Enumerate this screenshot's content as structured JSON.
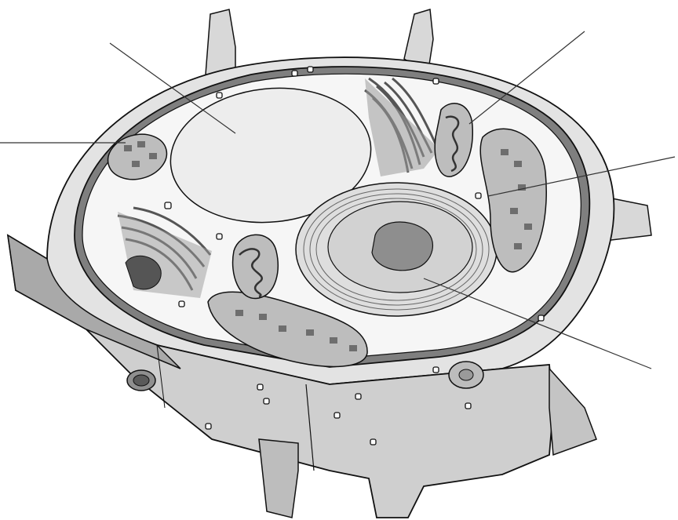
{
  "diagram": {
    "title": "",
    "labels": [],
    "colors": {
      "background": "#ffffff",
      "outline": "#111111",
      "wall_face": "#cfcfcf",
      "wall_side": "#a9a9a9",
      "wall_top": "#e3e3e3",
      "membrane": "#8a8a8a",
      "cytoplasm": "#f6f6f6",
      "vacuole": "#ededed",
      "nucleus": "#d2d2d2",
      "nucleolus": "#8e8e8e",
      "organelle": "#bdbdbd",
      "organelle_dark": "#7a7a7a",
      "leader_line": "#333333"
    },
    "leader_lines": [
      {
        "name": "leader-line-vacuole-top-left"
      },
      {
        "name": "leader-line-chloroplast-left"
      },
      {
        "name": "leader-line-mitochondrion-top-right"
      },
      {
        "name": "leader-line-chloroplast-right"
      },
      {
        "name": "leader-line-nucleus-bottom-right"
      }
    ]
  }
}
